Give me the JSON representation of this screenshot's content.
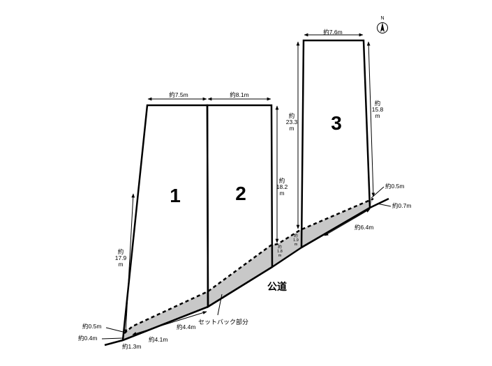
{
  "lots": [
    {
      "id": "lot-1",
      "number": "1"
    },
    {
      "id": "lot-2",
      "number": "2"
    },
    {
      "id": "lot-3",
      "number": "3"
    }
  ],
  "road_label": "公道",
  "setback_label": "セットバック部分",
  "compass": {
    "letter": "N"
  },
  "dimensions": {
    "top_lot1": "約7.5m",
    "top_lot2": "約8.1m",
    "top_lot3": "約7.6m",
    "left_lot1": [
      "約",
      "17.9",
      "m"
    ],
    "right_lot2": [
      "約",
      "18.2",
      "m"
    ],
    "left_lot3": [
      "約",
      "23.3",
      "m"
    ],
    "right_lot3": [
      "約",
      "15.8",
      "m"
    ],
    "gap_lot2": [
      "約",
      "1.8",
      "m"
    ],
    "gap_lot3": [
      "約",
      "1.9",
      "m"
    ],
    "setback_left_top": "約0.5m",
    "setback_left_bottom": "約0.4m",
    "frontage_corner": "約1.3m",
    "frontage_lot1_a": "約4.1m",
    "frontage_lot1_b": "約4.4m",
    "setback_right_top": "約0.5m",
    "setback_right_bottom": "約0.7m",
    "frontage_lot3": "約6.4m"
  }
}
